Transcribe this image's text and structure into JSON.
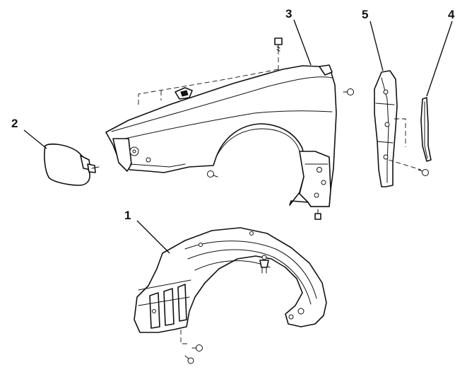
{
  "callouts": {
    "inner_fender_liner": "1",
    "side_marker_lamp": "2",
    "front_fender": "3",
    "fender_bracket": "5",
    "weatherstrip": "4"
  },
  "icons": {
    "bolt": "bolt-icon",
    "clip": "clip-icon"
  },
  "colors": {
    "line": "#111111",
    "background": "#ffffff"
  }
}
